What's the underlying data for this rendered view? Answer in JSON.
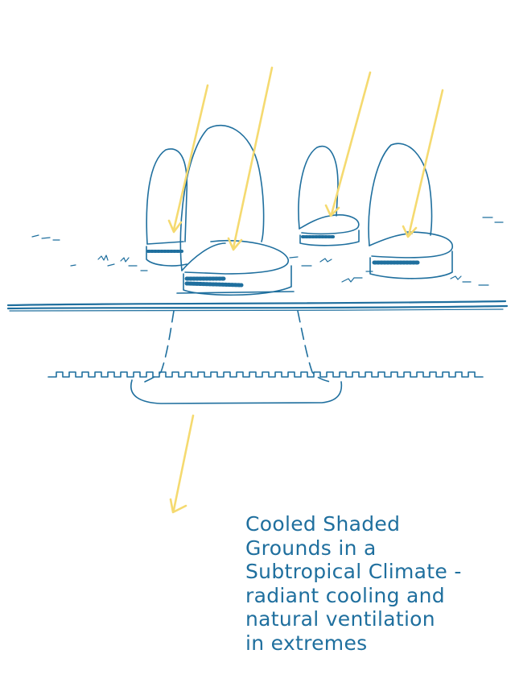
{
  "caption": {
    "lines": [
      "Cooled Shaded",
      "Grounds in a",
      "Subtropical Climate -",
      "radiant cooling and",
      "natural ventilation",
      "in extremes"
    ]
  },
  "colors": {
    "ink": "#1f6f9e",
    "sun_arrow": "#f5da70",
    "paper": "#ffffff"
  }
}
